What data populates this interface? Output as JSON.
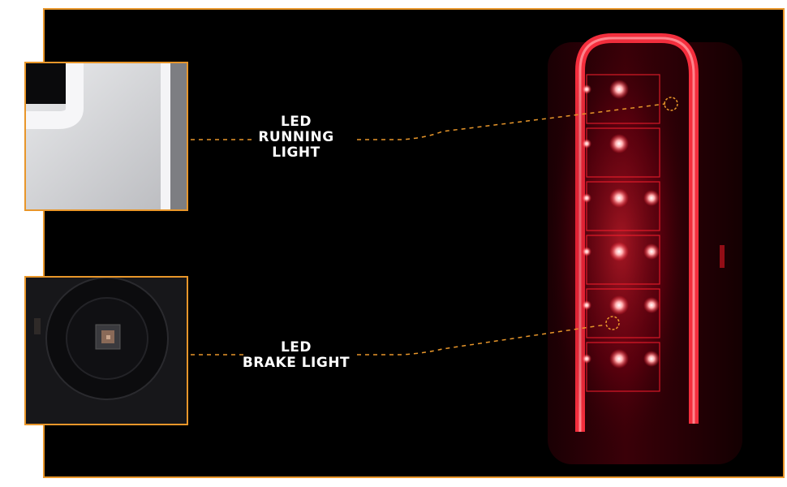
{
  "callouts": {
    "running": {
      "line1": "LED",
      "line2": "RUNNING",
      "line3": "LIGHT"
    },
    "brake": {
      "line1": "LED",
      "line2": "BRAKE LIGHT"
    }
  },
  "colors": {
    "accent": "#e8962a",
    "background": "#000000",
    "led_red": "#e0142a"
  }
}
